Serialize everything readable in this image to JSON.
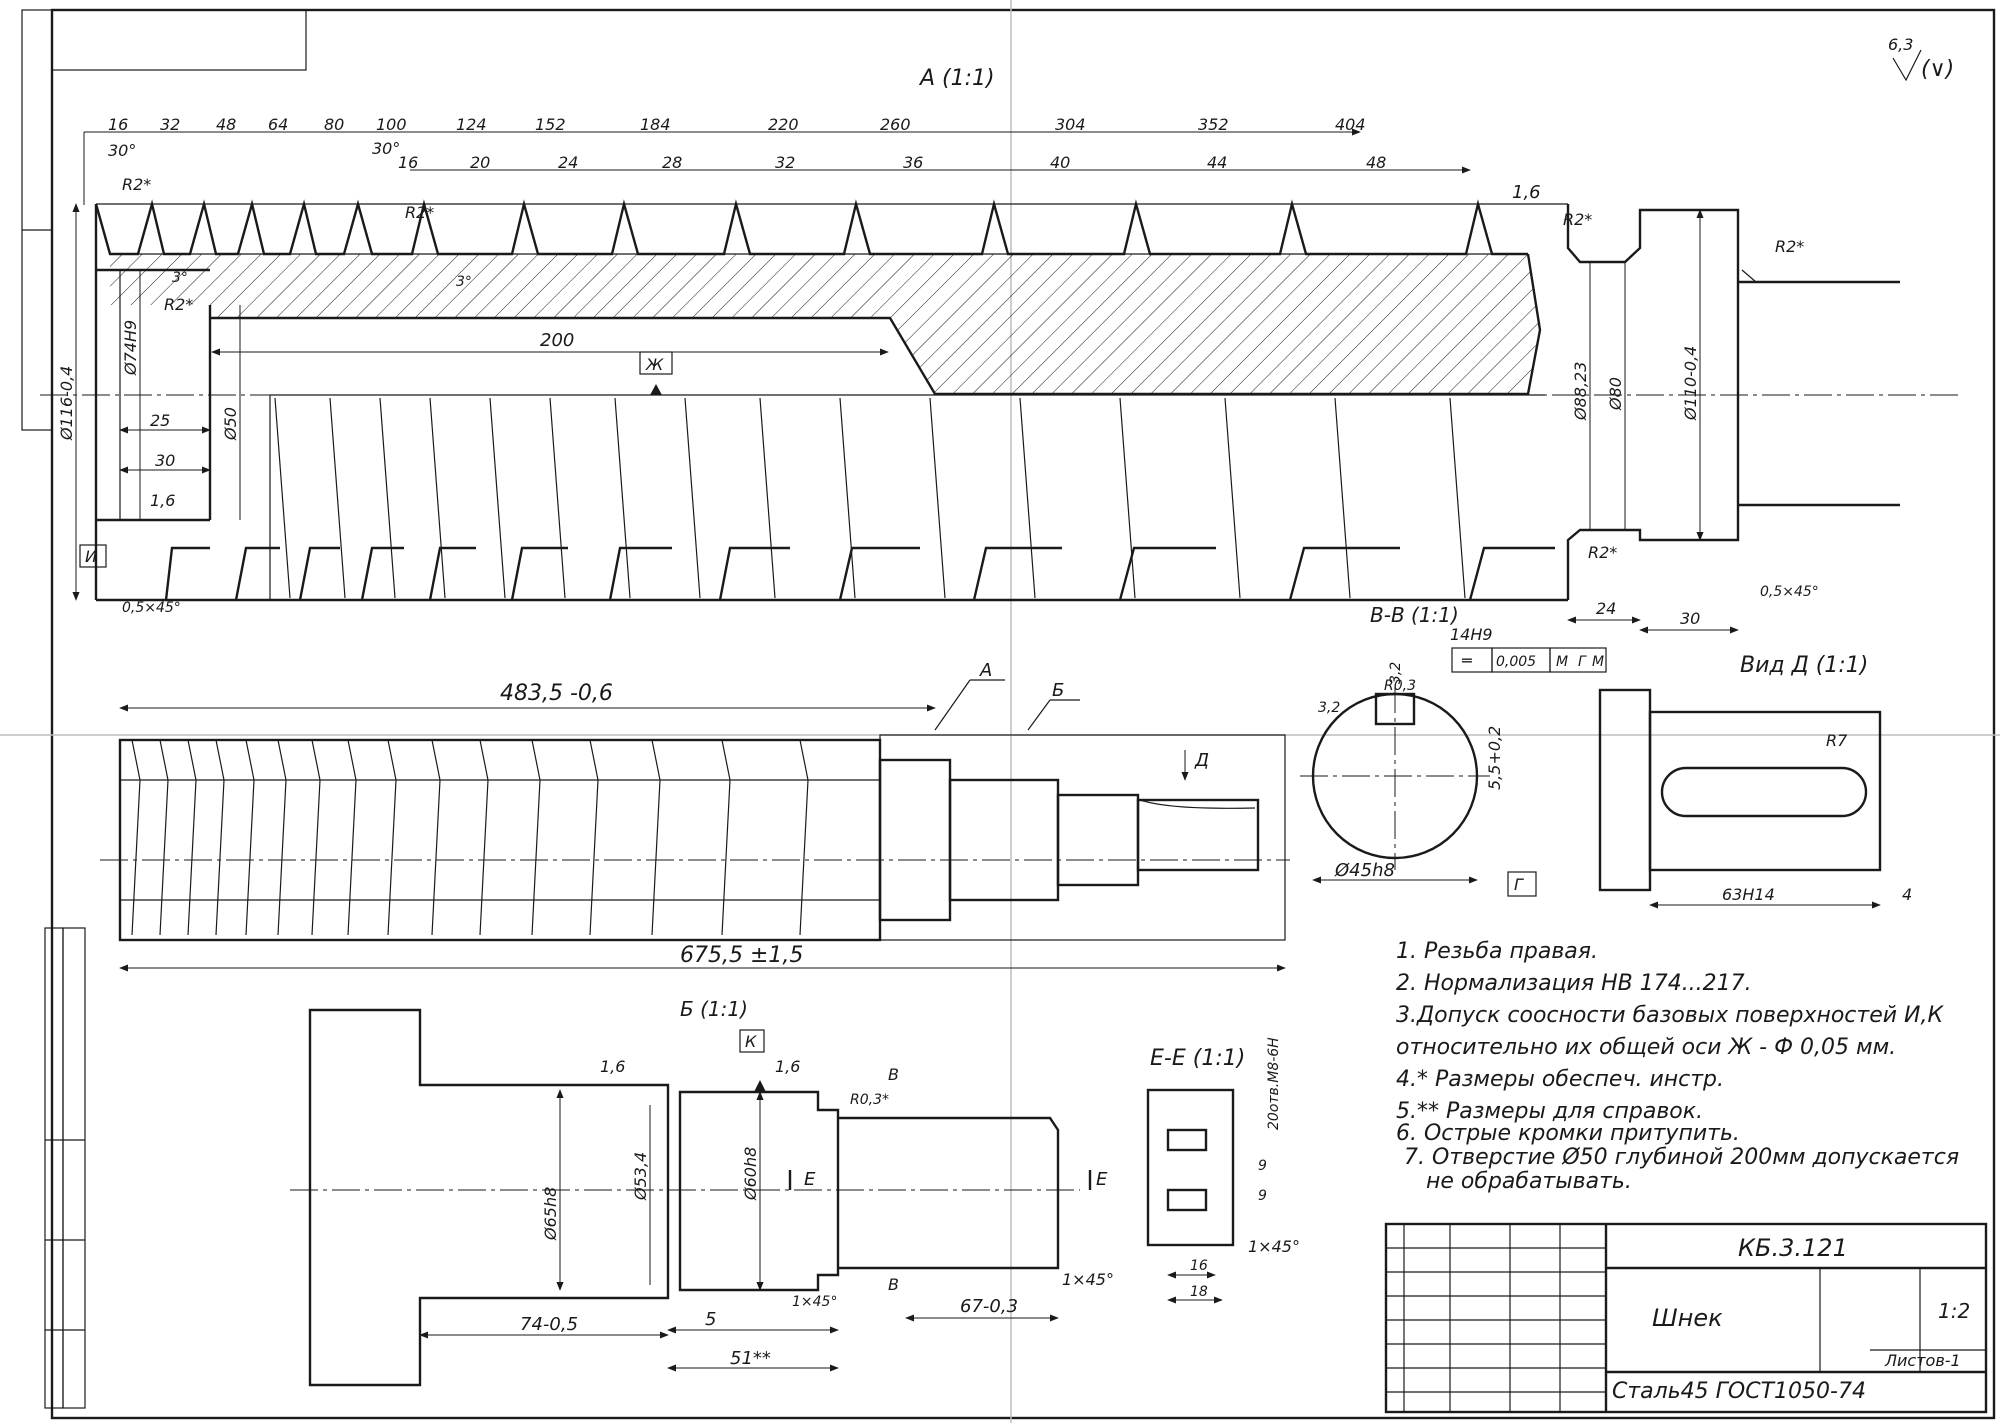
{
  "roughness_general": "6,3",
  "roughness_general_suffix": "(∨)",
  "views": {
    "a": {
      "title": "А (1:1)",
      "pitch_top": [
        "16",
        "32",
        "48",
        "64",
        "80",
        "100",
        "124",
        "152",
        "184",
        "220",
        "260",
        "304",
        "352",
        "404"
      ],
      "pitch_bottom": [
        "16",
        "20",
        "24",
        "28",
        "32",
        "36",
        "40",
        "44",
        "48"
      ],
      "angle_30": "30°",
      "angle_3": "3°",
      "radius": "R2*",
      "bore_len": "200",
      "bore_dia": "Ø50",
      "inner_dia": "Ø74H9",
      "outer_dia": "Ø116-0,4",
      "d25": "25",
      "d30": "30",
      "rough": "1,6",
      "datum_zh": "Ж",
      "datum_i": "И",
      "chamfer": "0,5×45°",
      "d_88": "Ø88,23",
      "d_80": "Ø80",
      "d_110": "Ø110-0,4",
      "len_24": "24",
      "len_30": "30",
      "chamfer_right": "0,5×45°"
    },
    "main": {
      "overall_thread": "483,5 -0,6",
      "overall_length": "675,5 ±1,5",
      "callout_a": "А",
      "callout_b": "Б",
      "view_d": "Д"
    },
    "b": {
      "title": "Б (1:1)",
      "d65": "Ø65h8",
      "d534": "Ø53,4",
      "d60": "Ø60h8",
      "r03": "R0,3*",
      "len74": "74-0,5",
      "len5": "5",
      "len51": "51**",
      "len67": "67-0,3",
      "chamfer_small": "1×45°",
      "chamfer_end": "1×45°",
      "section_e": "Е",
      "section_v": "В",
      "datum_k": "К",
      "rough": "1,6"
    },
    "vv": {
      "title": "В-В (1:1)",
      "key": "14H9",
      "tol_sym": "═",
      "tol_val": "0,005",
      "tol_m1": "М",
      "tol_datum": "Г",
      "tol_m2": "М",
      "r_small": "R0,3",
      "depth": "5,5+0,2",
      "rough_a": "3,2",
      "rough_b": "3,2",
      "dia": "Ø45h8",
      "datum_g": "Г"
    },
    "d": {
      "title": "Вид Д (1:1)",
      "r7": "R7",
      "len63": "63H14",
      "len4": "4"
    },
    "ee": {
      "title": "Е-Е (1:1)",
      "thread": "20отв.М8-6Н",
      "h9a": "9",
      "h9b": "9",
      "chamfer": "1×45°",
      "w16": "16",
      "w18": "18"
    }
  },
  "notes": [
    "1. Резьба правая.",
    "2. Нормализация НВ 174...217.",
    "3.Допуск соосности базовых поверхностей И,К",
    "относительно их общей оси Ж - Ф 0,05 мм.",
    "4.* Размеры обеспеч. инстр.",
    "5.** Размеры для справок.",
    "6. Острые кромки притупить.",
    "7. Отверстие Ø50 глубиной 200мм допускается",
    "не обрабатывать."
  ],
  "title_block": {
    "code": "КБ.3.121",
    "name": "Шнек",
    "scale": "1:2",
    "sheets": "Листов-1",
    "material": "Сталь45 ГОСТ1050-74"
  }
}
